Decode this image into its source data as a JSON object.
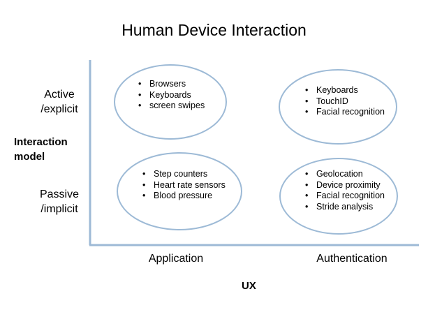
{
  "diagram": {
    "title": "Human Device Interaction",
    "y_axis": {
      "label_line1": "Interaction",
      "label_line2": "model",
      "rows": [
        {
          "line1": "Active",
          "line2": "/explicit"
        },
        {
          "line1": "Passive",
          "line2": "/implicit"
        }
      ]
    },
    "x_axis": {
      "label": "UX",
      "columns": [
        "Application",
        "Authentication"
      ]
    },
    "quadrants": {
      "active_application": [
        "Browsers",
        "Keyboards",
        "screen swipes"
      ],
      "active_authentication": [
        "Keyboards",
        "TouchID",
        "Facial recognition"
      ],
      "passive_application": [
        "Step counters",
        "Heart rate sensors",
        "Blood pressure"
      ],
      "passive_authentication": [
        "Geolocation",
        "Device proximity",
        "Facial recognition",
        "Stride analysis"
      ]
    },
    "colors": {
      "ellipse_stroke": "#9dbad6",
      "axis": "#9dbad6",
      "text": "#000000"
    }
  }
}
